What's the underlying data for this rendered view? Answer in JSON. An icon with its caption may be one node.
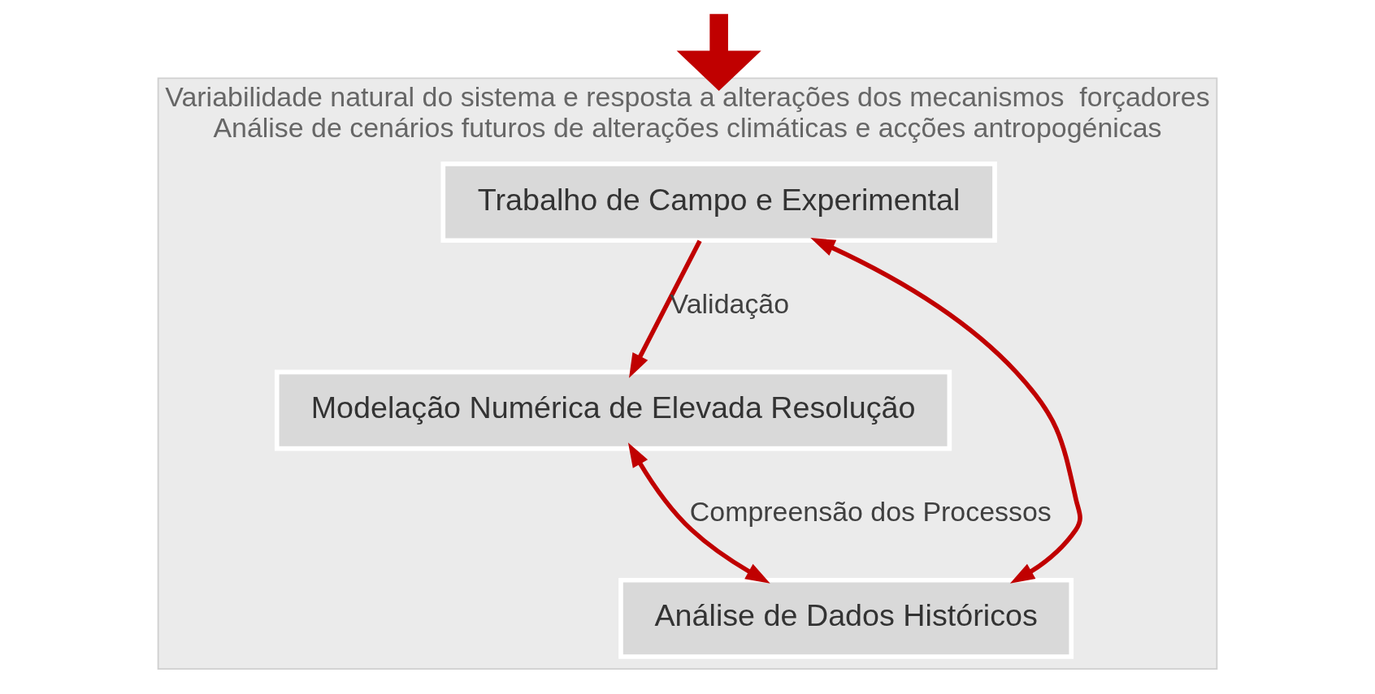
{
  "diagram": {
    "nodes": [
      {
        "text": [
          "Variabilidade natural do sistema e resposta a alterações dos mecanismos  forçadores",
          "Análise de cenários futuros de alterações climáticas e acções antropogénicas"
        ]
      },
      {
        "text": [
          "Trabalho de Campo e Experimental"
        ],
        "in": 0
      },
      {
        "text": [
          "Modelação Numérica de Elevada Resolução"
        ],
        "in": 0
      },
      {
        "text": [
          "Análise de Dados Históricos"
        ],
        "in": 0
      }
    ],
    "edges": [
      {
        "from": null,
        "to": 0,
        "arrow": "to",
        "style": "thick"
      },
      {
        "from": 1,
        "to": 2,
        "arrow": "to",
        "label": "Validação"
      },
      {
        "from": 1,
        "to": 3,
        "arrow": "both"
      },
      {
        "from": 2,
        "to": 3,
        "arrow": "both",
        "label": "Compreensão dos Processos"
      }
    ]
  }
}
